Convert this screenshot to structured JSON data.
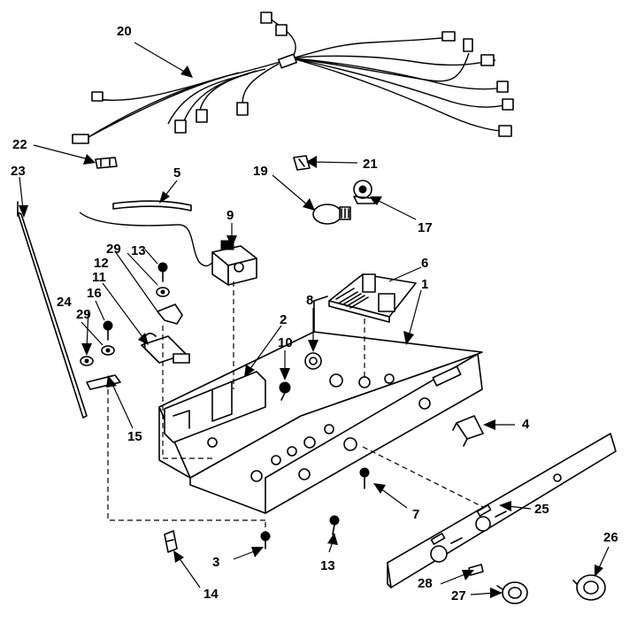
{
  "callouts": [
    {
      "id": "1",
      "label": "1"
    },
    {
      "id": "2",
      "label": "2"
    },
    {
      "id": "3",
      "label": "3"
    },
    {
      "id": "4",
      "label": "4"
    },
    {
      "id": "5",
      "label": "5"
    },
    {
      "id": "6",
      "label": "6"
    },
    {
      "id": "7",
      "label": "7"
    },
    {
      "id": "8",
      "label": "8"
    },
    {
      "id": "9",
      "label": "9"
    },
    {
      "id": "10",
      "label": "10"
    },
    {
      "id": "11",
      "label": "11"
    },
    {
      "id": "12",
      "label": "12"
    },
    {
      "id": "13a",
      "label": "13"
    },
    {
      "id": "13b",
      "label": "13"
    },
    {
      "id": "14",
      "label": "14"
    },
    {
      "id": "15",
      "label": "15"
    },
    {
      "id": "16",
      "label": "16"
    },
    {
      "id": "17",
      "label": "17"
    },
    {
      "id": "19",
      "label": "19"
    },
    {
      "id": "20",
      "label": "20"
    },
    {
      "id": "21",
      "label": "21"
    },
    {
      "id": "22",
      "label": "22"
    },
    {
      "id": "23",
      "label": "23"
    },
    {
      "id": "24",
      "label": "24"
    },
    {
      "id": "25",
      "label": "25"
    },
    {
      "id": "26",
      "label": "26"
    },
    {
      "id": "27",
      "label": "27"
    },
    {
      "id": "28",
      "label": "28"
    },
    {
      "id": "29a",
      "label": "29"
    },
    {
      "id": "29b",
      "label": "29"
    }
  ]
}
